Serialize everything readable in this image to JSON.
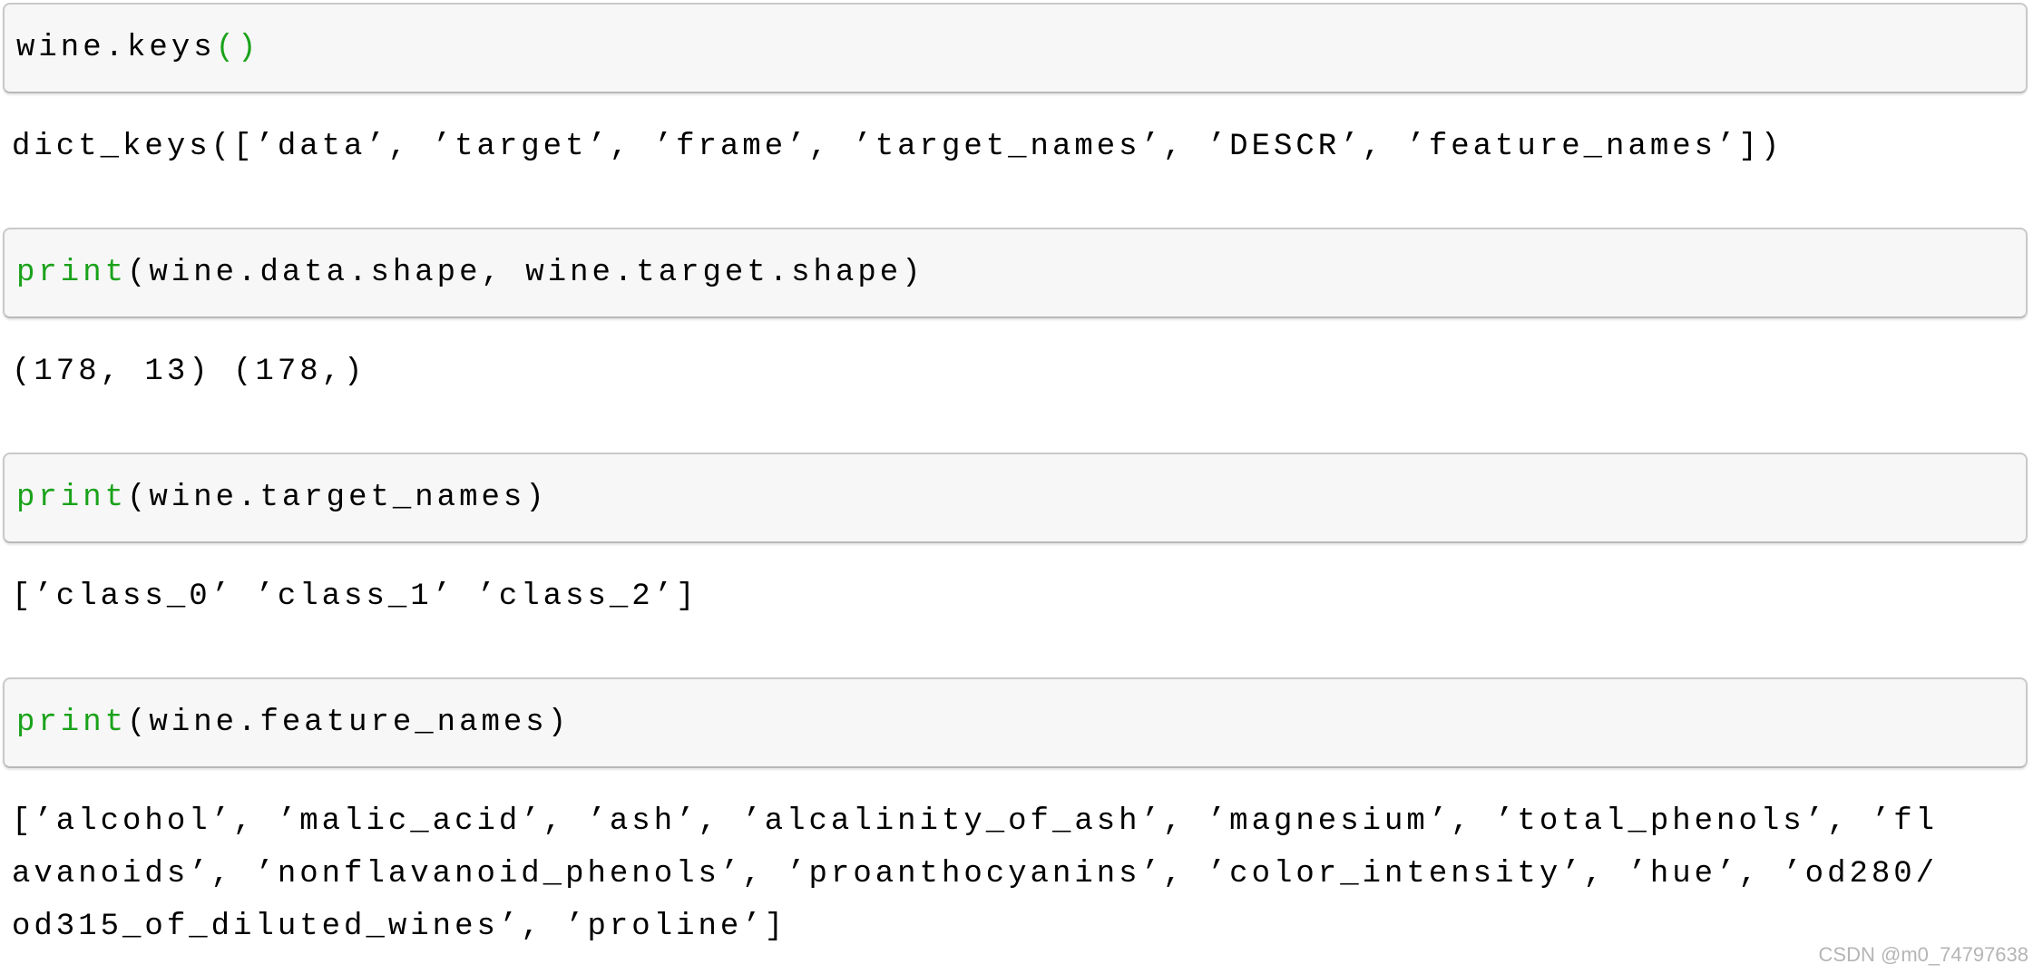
{
  "app": {
    "kind": "jupyter-notebook-code-cells",
    "dataset_context": "sklearn wine dataset exploration"
  },
  "colors": {
    "page_background": "#ffffff",
    "cell_background": "#f7f7f7",
    "cell_border": "#c9c9c9",
    "code_green": "#1aa21a",
    "code_text": "#000000",
    "watermark_text": "#b5b5b5"
  },
  "cells": [
    {
      "input_segments": [
        {
          "text": "wine.keys",
          "green": false
        },
        {
          "text": "()",
          "green": true
        }
      ],
      "output": "dict_keys([’data’, ’target’, ’frame’, ’target_names’, ’DESCR’, ’feature_names’])"
    },
    {
      "input_segments": [
        {
          "text": "print",
          "green": true
        },
        {
          "text": "(wine.data.shape, wine.target.shape)",
          "green": false
        }
      ],
      "output": "(178, 13) (178,)"
    },
    {
      "input_segments": [
        {
          "text": "print",
          "green": true
        },
        {
          "text": "(wine.target_names)",
          "green": false
        }
      ],
      "output": "[’class_0’ ’class_1’ ’class_2’]"
    },
    {
      "input_segments": [
        {
          "text": "print",
          "green": true
        },
        {
          "text": "(wine.feature_names)",
          "green": false
        }
      ],
      "output": "[’alcohol’, ’malic_acid’, ’ash’, ’alcalinity_of_ash’, ’magnesium’, ’total_phenols’, ’fl\navanoids’, ’nonflavanoid_phenols’, ’proanthocyanins’, ’color_intensity’, ’hue’, ’od280/\nod315_of_diluted_wines’, ’proline’]"
    }
  ],
  "watermark": {
    "text": "CSDN @m0_74797638"
  }
}
